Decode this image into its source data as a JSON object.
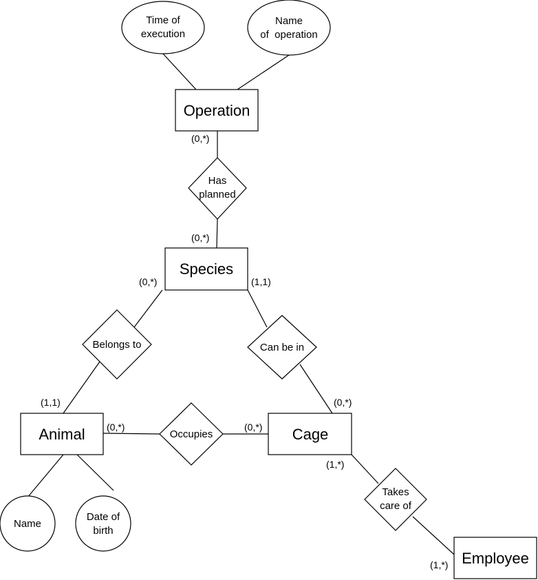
{
  "entities": {
    "operation": "Operation",
    "species": "Species",
    "animal": "Animal",
    "cage": "Cage",
    "employee": "Employee"
  },
  "attributes": {
    "time_of_execution": [
      "Time of",
      "execution"
    ],
    "name_of_operation": [
      "Name",
      "of  operation"
    ],
    "name": [
      "Name"
    ],
    "date_of_birth": [
      "Date of",
      "birth"
    ]
  },
  "relationships": {
    "has_planned": [
      "Has",
      "planned"
    ],
    "belongs_to": [
      "Belongs to"
    ],
    "can_be_in": [
      "Can be in"
    ],
    "occupies": [
      "Occupies"
    ],
    "takes_care_of": [
      "Takes",
      "care of"
    ]
  },
  "cardinalities": {
    "operation_has_planned": "(0,*)",
    "species_has_planned": "(0,*)",
    "species_belongs_to": "(0,*)",
    "species_can_be_in": "(1,1)",
    "animal_belongs_to": "(1,1)",
    "cage_can_be_in": "(0,*)",
    "animal_occupies": "(0,*)",
    "cage_occupies": "(0,*)",
    "cage_takes_care_of": "(1,*)",
    "employee_takes_care_of": "(1,*)"
  }
}
